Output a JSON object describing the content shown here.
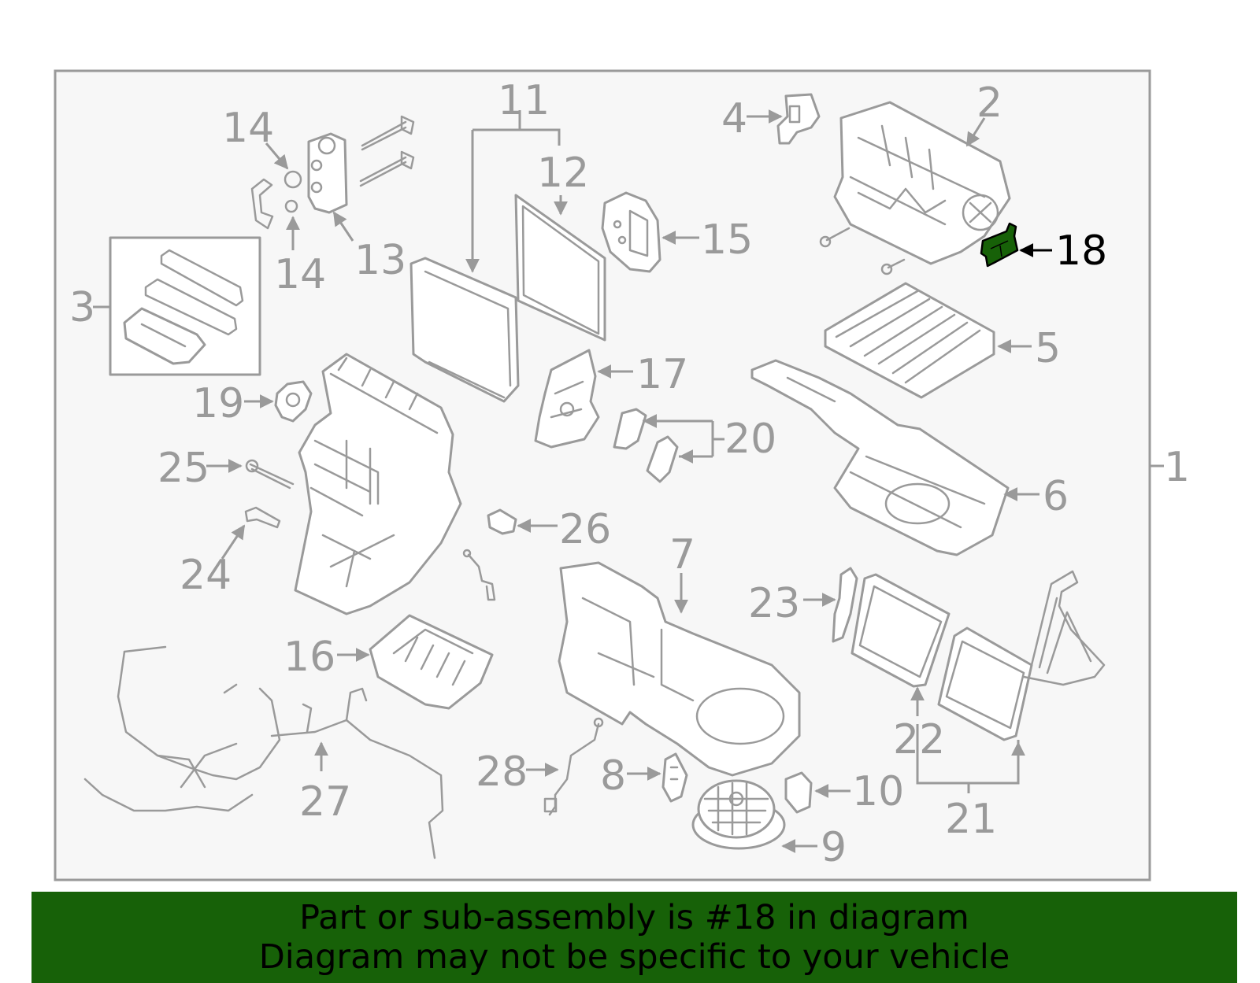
{
  "diagram": {
    "highlighted_part": "18",
    "colors": {
      "line": "#9a9a9a",
      "highlight": "#176108",
      "panel": "#f7f7f7",
      "banner": "#176108"
    },
    "labels": {
      "p1": "1",
      "p2": "2",
      "p3": "3",
      "p4": "4",
      "p5": "5",
      "p6": "6",
      "p7": "7",
      "p8": "8",
      "p9": "9",
      "p10": "10",
      "p11": "11",
      "p12": "12",
      "p13": "13",
      "p14a": "14",
      "p14b": "14",
      "p15": "15",
      "p16": "16",
      "p17": "17",
      "p18": "18",
      "p19": "19",
      "p20": "20",
      "p21": "21",
      "p22": "22",
      "p23": "23",
      "p24": "24",
      "p25": "25",
      "p26": "26",
      "p27": "27",
      "p28": "28"
    }
  },
  "banner": {
    "line1": "Part or sub-assembly is #18 in diagram",
    "line2": "Diagram may not be specific to your vehicle"
  }
}
